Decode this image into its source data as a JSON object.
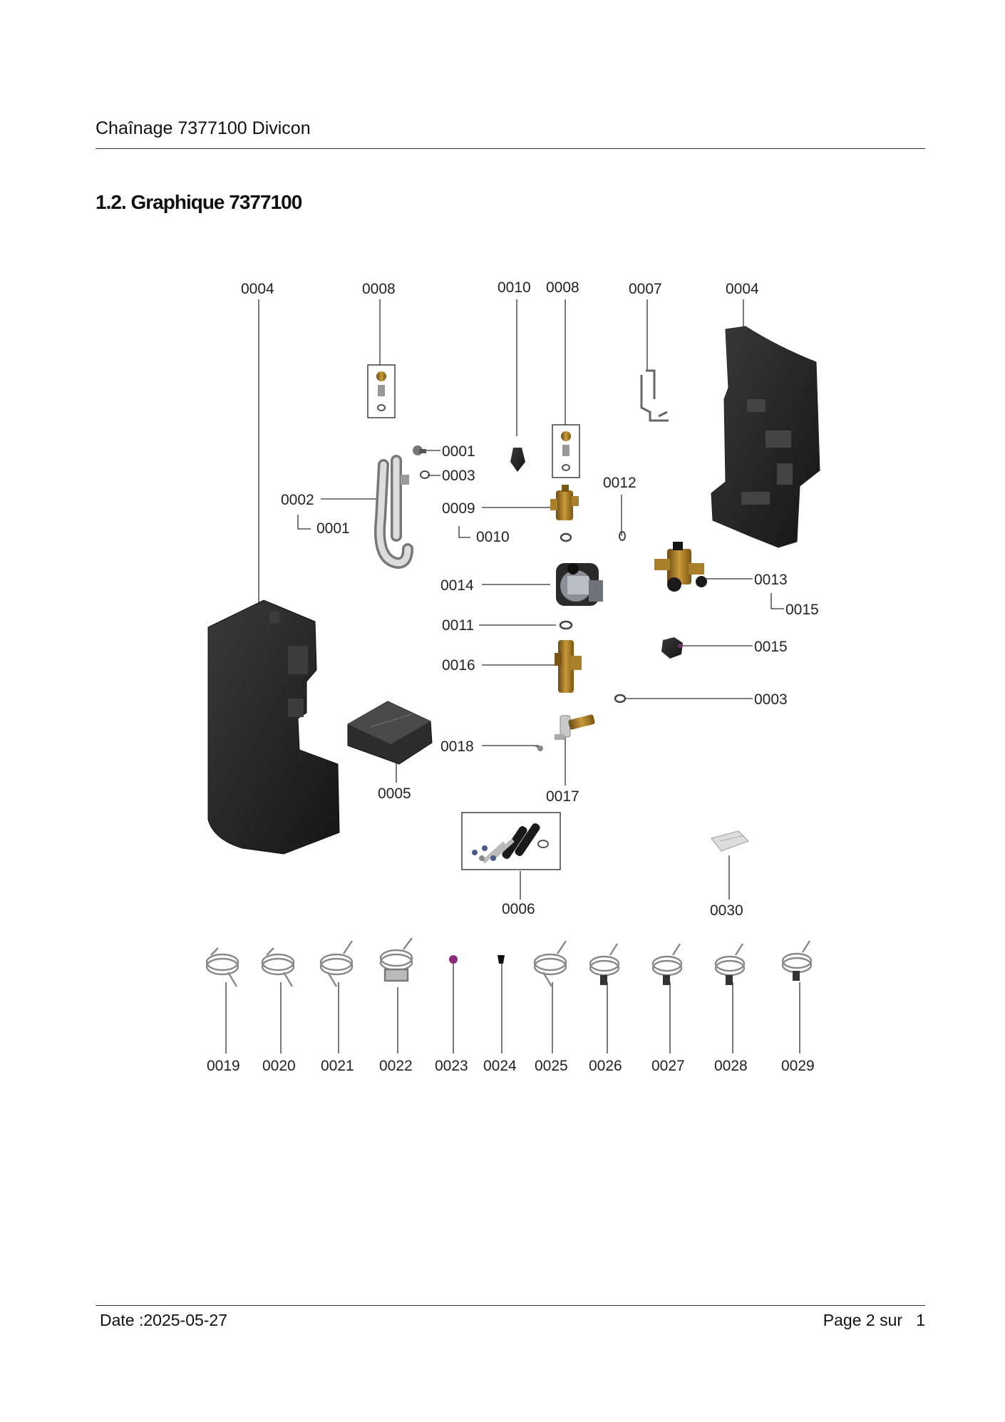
{
  "header": {
    "title": "Chaînage 7377100 Divicon"
  },
  "section": {
    "title": "1.2. Graphique 7377100"
  },
  "diagram": {
    "labels": {
      "l0004a": "0004",
      "l0008a": "0008",
      "l0010a": "0010",
      "l0008b": "0008",
      "l0007": "0007",
      "l0004b": "0004",
      "l0001a": "0001",
      "l0003a": "0003",
      "l0002": "0002",
      "l0001b": "0001",
      "l0009": "0009",
      "l0010b": "0010",
      "l0012": "0012",
      "l0014": "0014",
      "l0013": "0013",
      "l0015a": "0015",
      "l0011": "0011",
      "l0016": "0016",
      "l0015b": "0015",
      "l0003b": "0003",
      "l0018": "0018",
      "l0005": "0005",
      "l0017": "0017",
      "l0006": "0006",
      "l0030": "0030",
      "l0019": "0019",
      "l0020": "0020",
      "l0021": "0021",
      "l0022": "0022",
      "l0023": "0023",
      "l0024": "0024",
      "l0025": "0025",
      "l0026": "0026",
      "l0027": "0027",
      "l0028": "0028",
      "l0029": "0029"
    }
  },
  "footer": {
    "date": "Date :2025-05-27",
    "page": "Page 2 sur   1"
  }
}
